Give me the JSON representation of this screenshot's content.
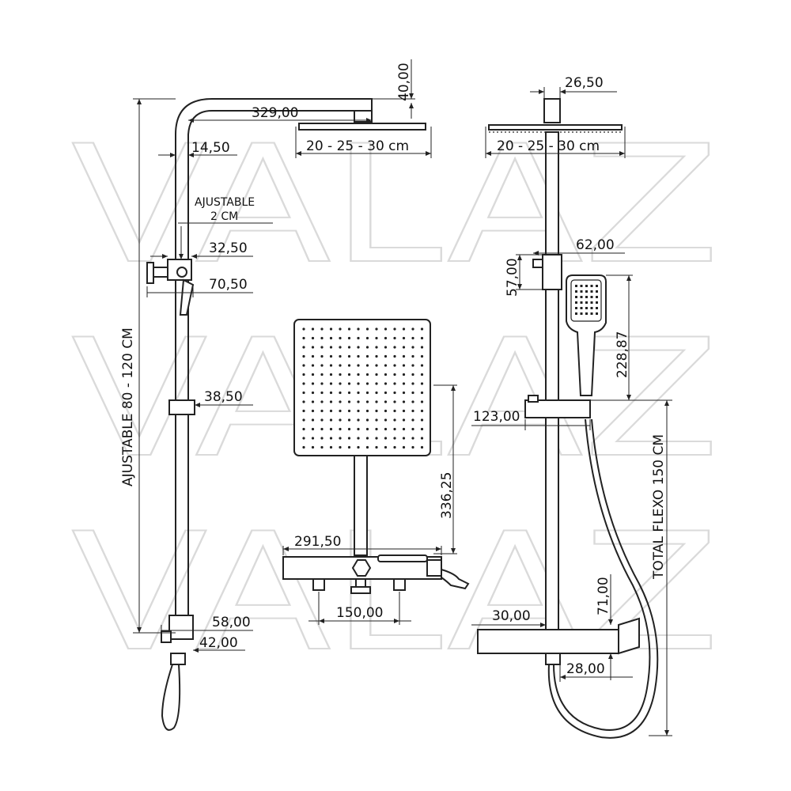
{
  "watermark": "VALAZ",
  "side_view": {
    "arm_length": "329,00",
    "head_height": "40,00",
    "head_sizes": "20 - 25 - 30 cm",
    "pipe_offset": "14,50",
    "adjustable_label_1": "AJUSTABLE",
    "adjustable_label_2": "2 CM",
    "holder_depth": "32,50",
    "handle_depth": "70,50",
    "slider_depth": "38,50",
    "height_range": "AJUSTABLE 80 - 120 CM",
    "connector_depth": "58,00",
    "inlet_depth": "42,00"
  },
  "top_view": {
    "head_height": "336,25",
    "mixer_width": "291,50",
    "inlet_spacing": "150,00"
  },
  "front_view": {
    "head_width": "26,50",
    "head_sizes": "20 - 25 - 30 cm",
    "holder_width": "62,00",
    "holder_height": "57,00",
    "hand_shower_length": "228,87",
    "slider_width": "123,00",
    "hose_length": "TOTAL FLEXO 150 CM",
    "spout_height": "71,00",
    "mixer_offset": "30,00",
    "spout_depth": "28,00"
  }
}
